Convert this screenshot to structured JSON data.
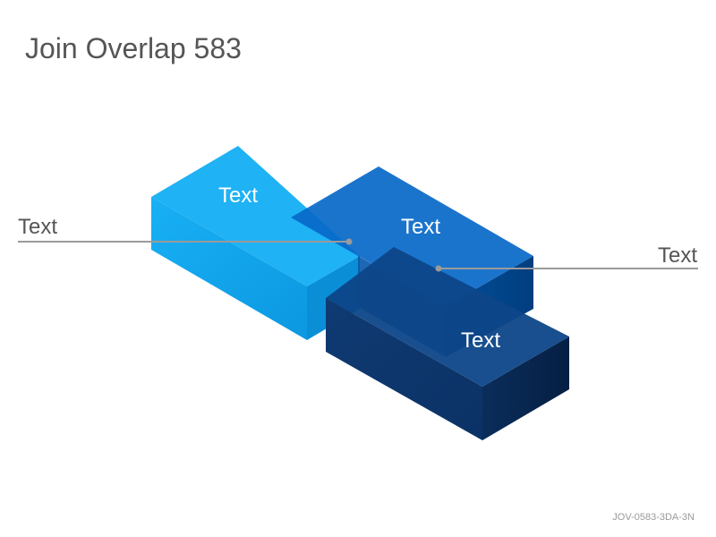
{
  "header": {
    "title": "Join Overlap 583"
  },
  "blocks": [
    {
      "label": "Text",
      "color": "#1aa3ec"
    },
    {
      "label": "Text",
      "color": "#0563bf"
    },
    {
      "label": "Text",
      "color": "#0e3a75"
    }
  ],
  "callouts": [
    {
      "label": "Text"
    },
    {
      "label": "Text"
    }
  ],
  "footer": {
    "code": "JOV-0583-3DA-3N"
  },
  "colors": {
    "title": "#555555",
    "callout_line": "#999999",
    "code": "#9a9a9a"
  }
}
